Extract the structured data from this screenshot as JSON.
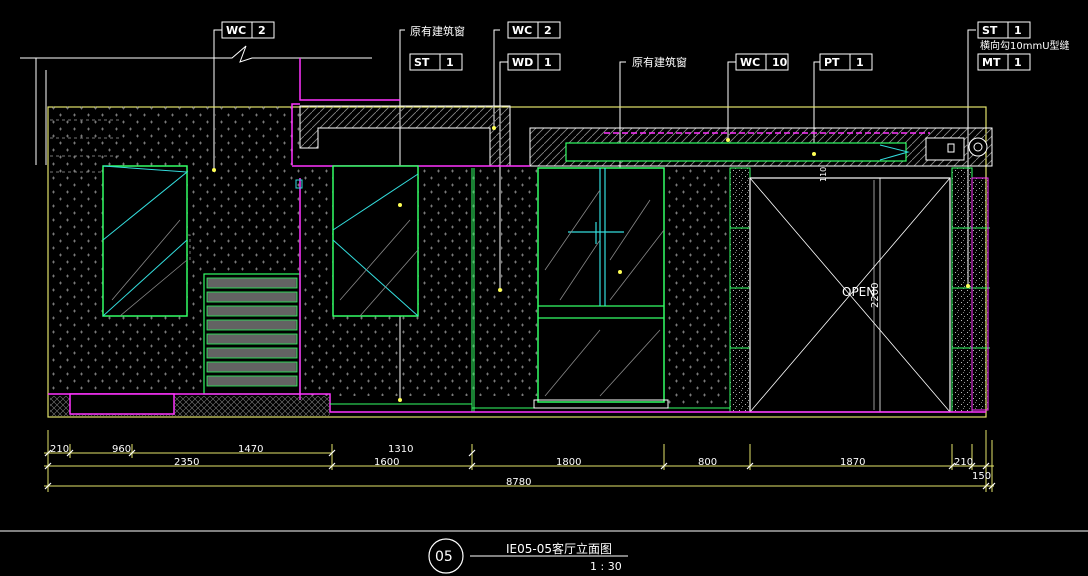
{
  "tags": [
    {
      "id": "tag-wc2-top",
      "code": "WC",
      "num": "2"
    },
    {
      "id": "tag-wc2-mid",
      "code": "WC",
      "num": "2"
    },
    {
      "id": "tag-st1-mid",
      "code": "ST",
      "num": "1"
    },
    {
      "id": "tag-wd1",
      "code": "WD",
      "num": "1"
    },
    {
      "id": "tag-wc10",
      "code": "WC",
      "num": "10"
    },
    {
      "id": "tag-pt1",
      "code": "PT",
      "num": "1"
    },
    {
      "id": "tag-st1-right",
      "code": "ST",
      "num": "1"
    },
    {
      "id": "tag-mt1",
      "code": "MT",
      "num": "1"
    }
  ],
  "notes": {
    "window_left": "原有建筑窗",
    "window_right": "原有建筑窗",
    "groove": "横向勾10mmU型缝"
  },
  "door_label": "OPEN",
  "door_height": "2200",
  "small_dim": "110",
  "dims_row1": [
    "210",
    "960",
    "1470",
    "1310"
  ],
  "dims_row2": [
    "2350",
    "1600",
    "1800",
    "800",
    "1870",
    "210"
  ],
  "dims_total": "8780",
  "dims_right": "150",
  "title_block": {
    "number": "05",
    "title": "IE05-05客厅立面图",
    "scale": "1 : 30"
  },
  "colors": {
    "outline": "#e3e36a",
    "green": "#33ff66",
    "cyan": "#33dddd",
    "magenta": "#ff33ff",
    "white": "#ffffff",
    "hatch": "#9a9a9a"
  }
}
